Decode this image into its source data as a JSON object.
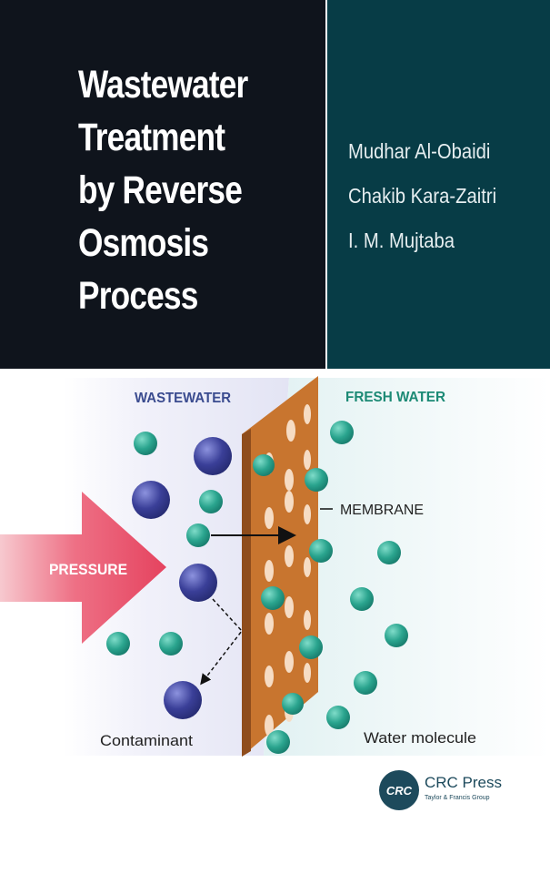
{
  "book": {
    "title_lines": [
      "Wastewater",
      "Treatment",
      "by Reverse",
      "Osmosis",
      "Process"
    ],
    "authors": [
      "Mudhar Al-Obaidi",
      "Chakib Kara-Zaitri",
      "I. M. Mujtaba"
    ]
  },
  "diagram": {
    "label_wastewater": "WASTEWATER",
    "label_fresh_water": "FRESH WATER",
    "label_membrane": "MEMBRANE",
    "label_pressure": "PRESSURE",
    "label_contaminant": "Contaminant",
    "label_water_molecule": "Water molecule"
  },
  "publisher": {
    "logo_text": "CRC",
    "name": "CRC Press",
    "group": "Taylor & Francis Group"
  },
  "colors": {
    "title_panel": "#0f141c",
    "author_panel": "#073c46",
    "membrane": "#c8752f",
    "water_molecule": "#2aa48e",
    "contaminant": "#3a3f98",
    "pressure_arrow": "#e8526a",
    "label_blue": "#3a4b8f",
    "label_green": "#1c8a75"
  }
}
